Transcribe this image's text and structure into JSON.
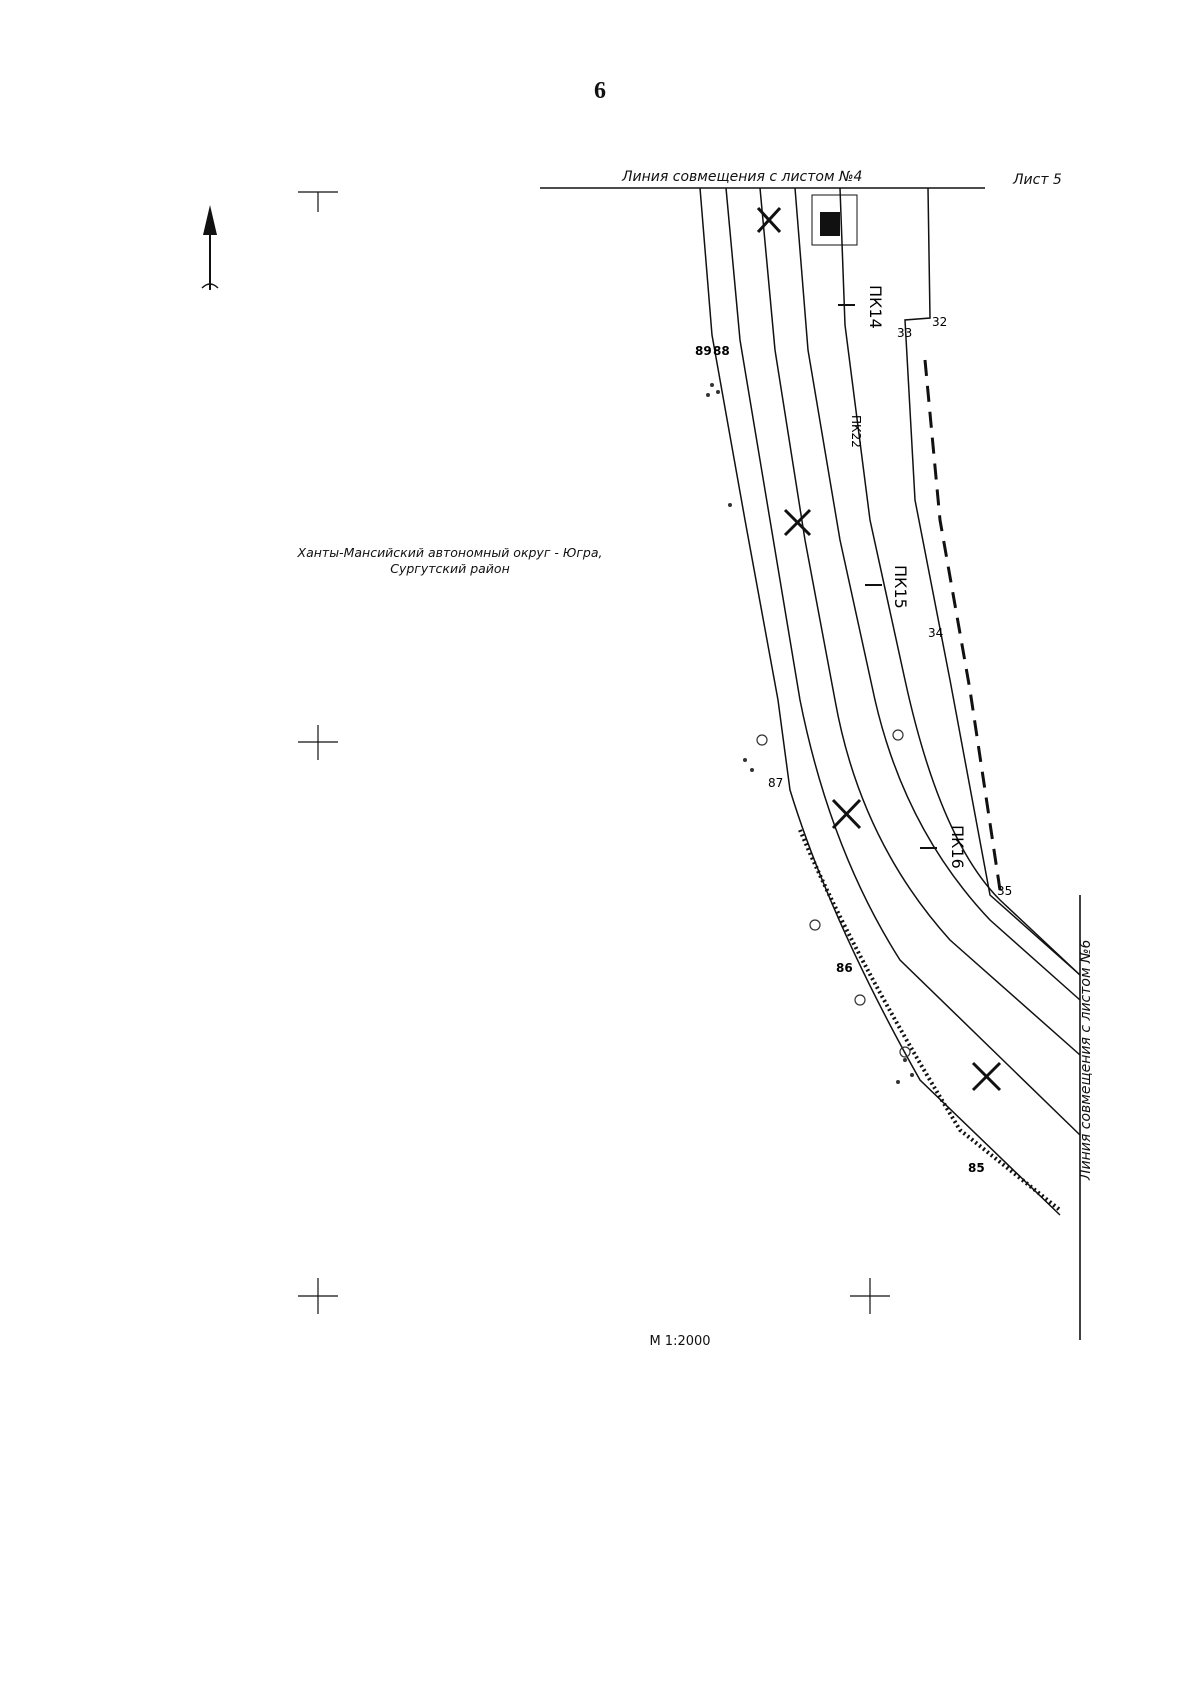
{
  "page": {
    "number": "6"
  },
  "sheet": {
    "match_line_top": "Линия совмещения с листом №4",
    "sheet_label": "Лист 5",
    "match_line_right": "Линия совмещения с листом №6"
  },
  "region": {
    "line1": "Ханты-Мансийский автономный округ - Югра,",
    "line2": "Сургутский район"
  },
  "scale": "М 1:2000",
  "pickets": [
    "ПК14",
    "ПК15",
    "ПК16"
  ],
  "road_label": "ПК22",
  "point_labels": [
    "89",
    "88",
    "87",
    "86",
    "85",
    "32",
    "33",
    "34",
    "35"
  ],
  "north_arrow": "north-arrow-icon"
}
